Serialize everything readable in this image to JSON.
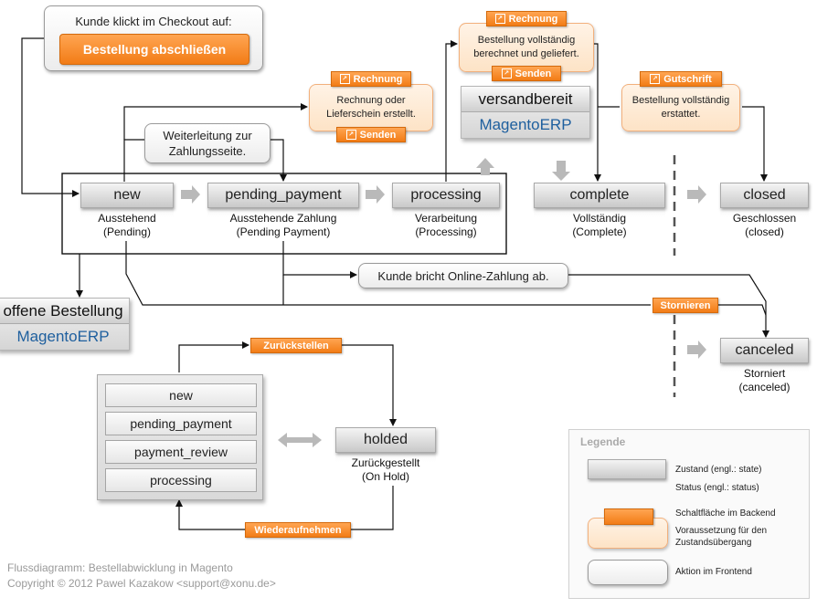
{
  "checkout_box": {
    "text": "Kunde klickt im Checkout auf:",
    "button": "Bestellung abschließen"
  },
  "redirect_box": {
    "text": "Weiterleitung zur Zahlungsseite."
  },
  "abort_box": {
    "text": "Kunde bricht Online-Zahlung ab."
  },
  "invoice_pre": {
    "button_top": "Rechnung",
    "text": "Rechnung oder Lieferschein erstellt.",
    "button_bottom": "Senden"
  },
  "complete_pre": {
    "button_top": "Rechnung",
    "text": "Bestellung vollständig berechnet und geliefert.",
    "button_bottom": "Senden"
  },
  "credit_pre": {
    "button_top": "Gutschrift",
    "text": "Bestellung vollständig erstattet."
  },
  "erp_ready": {
    "top": "versandbereit",
    "brand": "MagentoERP"
  },
  "erp_open": {
    "top": "offene Bestellung",
    "brand": "MagentoERP"
  },
  "states": {
    "new": {
      "label": "new",
      "sub1": "Ausstehend",
      "sub2": "(Pending)"
    },
    "pending_payment": {
      "label": "pending_payment",
      "sub1": "Ausstehende Zahlung",
      "sub2": "(Pending Payment)"
    },
    "processing": {
      "label": "processing",
      "sub1": "Verarbeitung",
      "sub2": "(Processing)"
    },
    "complete": {
      "label": "complete",
      "sub1": "Vollständig",
      "sub2": "(Complete)"
    },
    "closed": {
      "label": "closed",
      "sub1": "Geschlossen",
      "sub2": "(closed)"
    },
    "canceled": {
      "label": "canceled",
      "sub1": "Storniert",
      "sub2": "(canceled)"
    },
    "holded": {
      "label": "holded",
      "sub1": "Zurückgestellt",
      "sub2": "(On Hold)"
    }
  },
  "cancel_button": "Stornieren",
  "hold_button": "Zurückstellen",
  "resume_button": "Wiederaufnehmen",
  "hold_list": [
    "new",
    "pending_payment",
    "payment_review",
    "processing"
  ],
  "legend": {
    "title": "Legende",
    "state_label": "Zustand (engl.: state)",
    "status_label": "Status (engl.: status)",
    "backend_label": "Schaltfläche im Backend",
    "precondition_label": "Voraussetzung für den Zustandsübergang",
    "frontend_label": "Aktion im Frontend"
  },
  "footer": {
    "line1": "Flussdiagramm: Bestellabwicklung in Magento",
    "line2": "Copyright © 2012 Pawel Kazakow <support@xonu.de>"
  }
}
